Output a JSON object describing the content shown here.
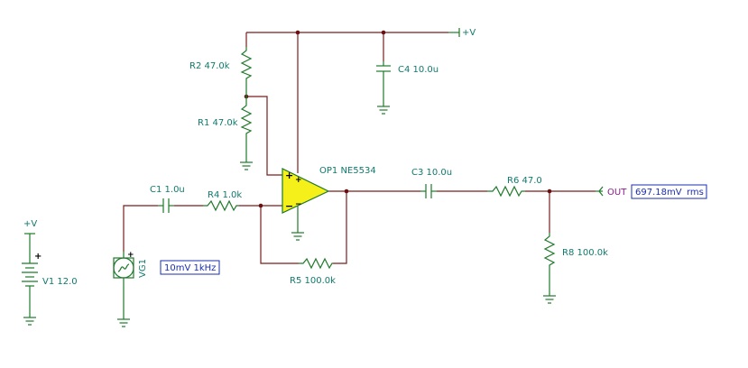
{
  "labels": {
    "r2": "R2 47.0k",
    "r1": "R1 47.0k",
    "c4": "C4 10.0u",
    "supply_top": "+V",
    "op1": "OP1 NE5534",
    "c3": "C3 10.0u",
    "r6": "R6 47.0",
    "out": "OUT",
    "c1": "C1 1.0u",
    "r4": "R4 1.0k",
    "r5": "R5 100.0k",
    "r8": "R8 100.0k",
    "supply_left": "+V",
    "v1": "V1 12.0",
    "vg1": "VG1"
  },
  "boxes": {
    "meter_value": "697.18mV",
    "meter_unit": "rms",
    "generator": "10mV 1kHz"
  },
  "symbols": {
    "plus": "+",
    "minus": "−"
  },
  "colors": {
    "wire": "#7a1e1e",
    "component": "#1f7a2a",
    "label": "#0f7a6d",
    "opamp_fill": "#f5ef1a",
    "meter": "#1a2fb0",
    "output_label": "#8b1a8b"
  }
}
